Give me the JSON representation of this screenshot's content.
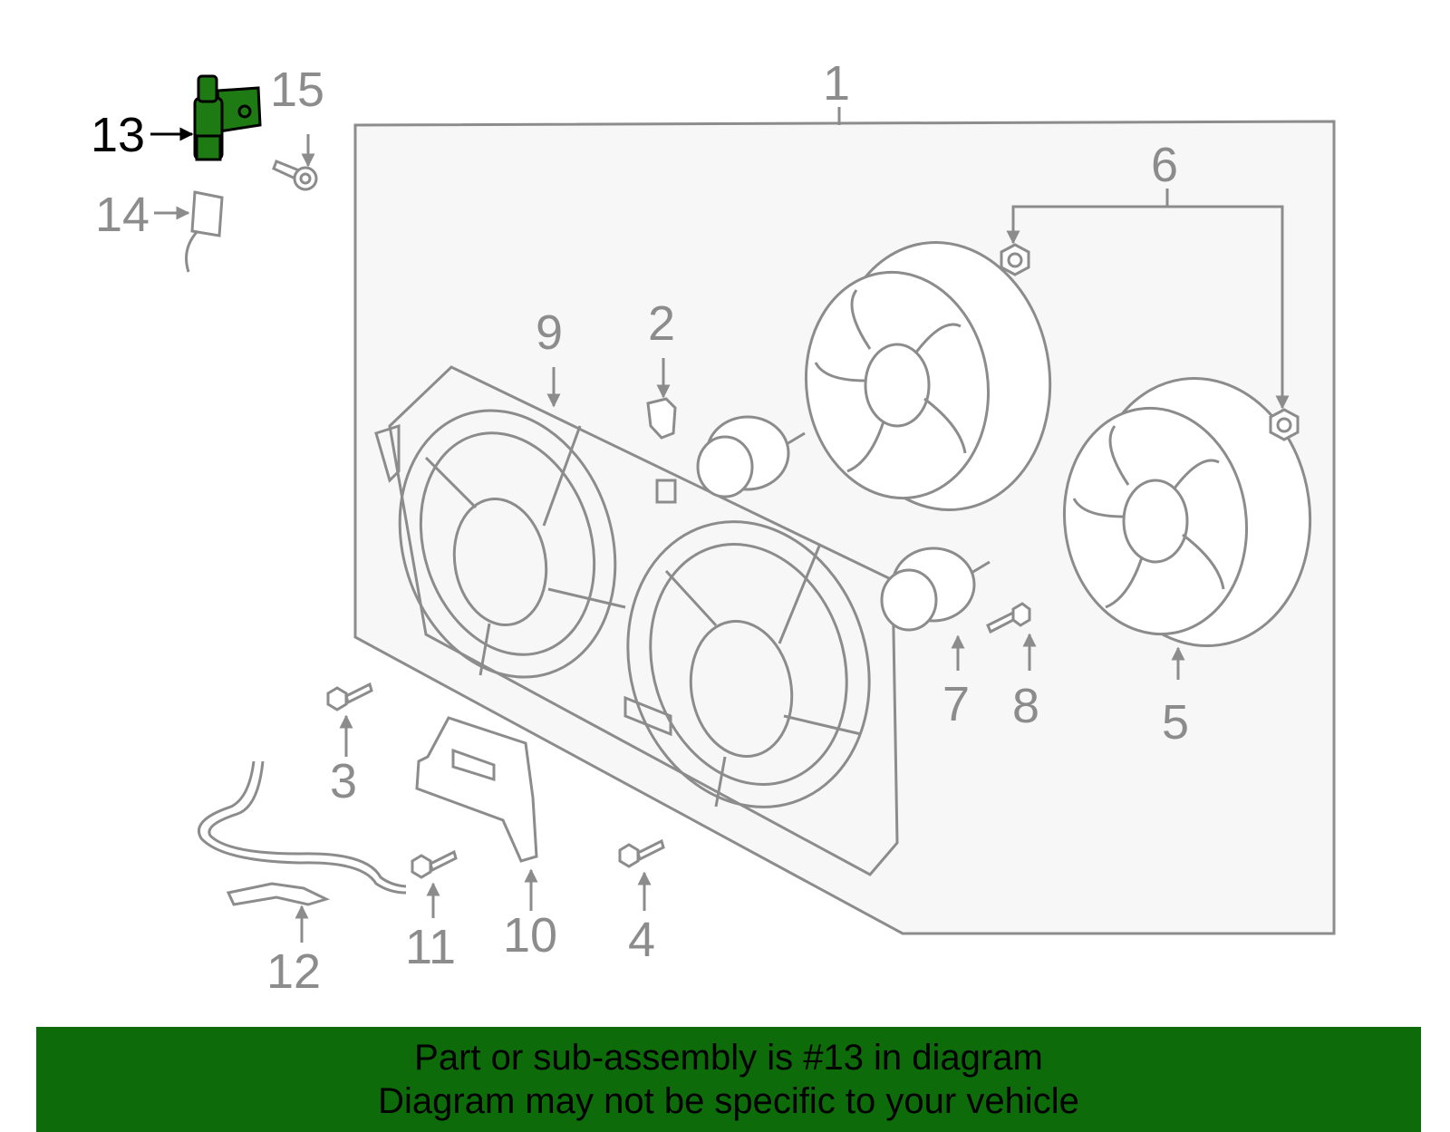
{
  "colors": {
    "line": "#8c8c8c",
    "panel_fill": "#f7f7f7",
    "highlight_part": "#1e7a12",
    "banner_bg": "#0e6b0a",
    "banner_text": "#000000"
  },
  "callouts": {
    "c1": "1",
    "c2": "2",
    "c3": "3",
    "c4": "4",
    "c5": "5",
    "c6": "6",
    "c7": "7",
    "c8": "8",
    "c9": "9",
    "c10": "10",
    "c11": "11",
    "c12": "12",
    "c13": "13",
    "c14": "14",
    "c15": "15"
  },
  "highlighted_part": "13",
  "banner": {
    "line1": "Part or sub-assembly is #13 in diagram",
    "line2": "Diagram may not be specific to your vehicle"
  }
}
